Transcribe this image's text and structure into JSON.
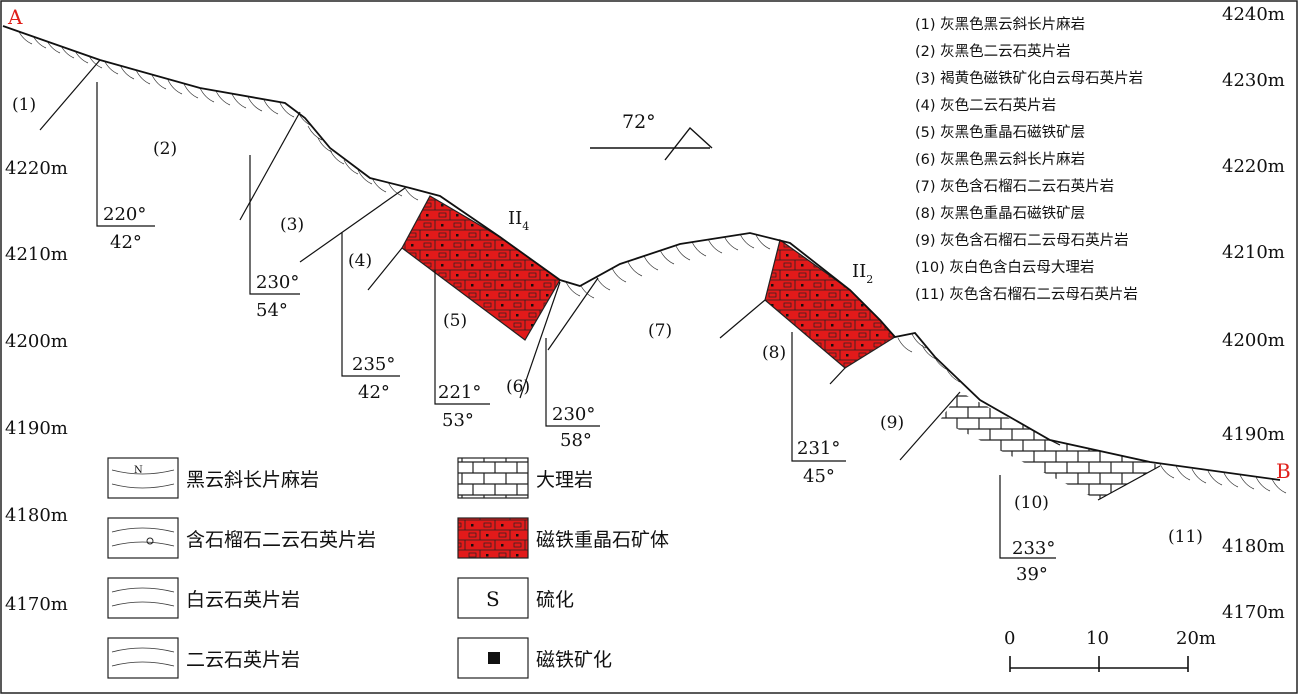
{
  "endpoints": {
    "start": "A",
    "end": "B",
    "color": "#e0201b"
  },
  "elevation_left": [
    "4220m",
    "4210m",
    "4200m",
    "4190m",
    "4180m",
    "4170m"
  ],
  "elevation_right": [
    "4240m",
    "4230m",
    "4220m",
    "4210m",
    "4200m",
    "4190m",
    "4180m",
    "4170m"
  ],
  "layer_labels": [
    "(1)",
    "(2)",
    "(3)",
    "(4)",
    "(5)",
    "(6)",
    "(7)",
    "(8)",
    "(9)",
    "(10)",
    "(11)"
  ],
  "attitudes": [
    {
      "dip_direction": "220°",
      "dip_angle": "42°"
    },
    {
      "dip_direction": "230°",
      "dip_angle": "54°"
    },
    {
      "dip_direction": "235°",
      "dip_angle": "42°"
    },
    {
      "dip_direction": "221°",
      "dip_angle": "53°"
    },
    {
      "dip_direction": "230°",
      "dip_angle": "58°"
    },
    {
      "dip_direction": "231°",
      "dip_angle": "45°"
    },
    {
      "dip_direction": "233°",
      "dip_angle": "39°"
    }
  ],
  "orebodies": [
    {
      "roman": "II",
      "sub": "4"
    },
    {
      "roman": "II",
      "sub": "2"
    }
  ],
  "section_azimuth": "72°",
  "ore_color": "#e21a1a",
  "layer_descriptions": [
    "(1) 灰黑色黑云斜长片麻岩",
    "(2) 灰黑色二云石英片岩",
    "(3) 褐黄色磁铁矿化白云母石英片岩",
    "(4) 灰色二云石英片岩",
    "(5) 灰黑色重晶石磁铁矿层",
    "(6) 灰黑色黑云斜长片麻岩",
    "(7) 灰色含石榴石二云石英片岩",
    "(8) 灰黑色重晶石磁铁矿层",
    "(9) 灰色含石榴石二云母石英片岩",
    "(10) 灰白色含白云母大理岩",
    "(11) 灰色含石榴石二云母石英片岩"
  ],
  "pattern_legend": [
    {
      "label": "黑云斜长片麻岩",
      "symbol": "N"
    },
    {
      "label": "含石榴石二云石英片岩"
    },
    {
      "label": "白云石英片岩"
    },
    {
      "label": "二云石英片岩"
    },
    {
      "label": "大理岩"
    },
    {
      "label": "磁铁重晶石矿体"
    },
    {
      "label": "硫化",
      "symbol": "S"
    },
    {
      "label": "磁铁矿化"
    }
  ],
  "scale_bar": {
    "ticks": [
      "0",
      "10",
      "20m"
    ]
  }
}
